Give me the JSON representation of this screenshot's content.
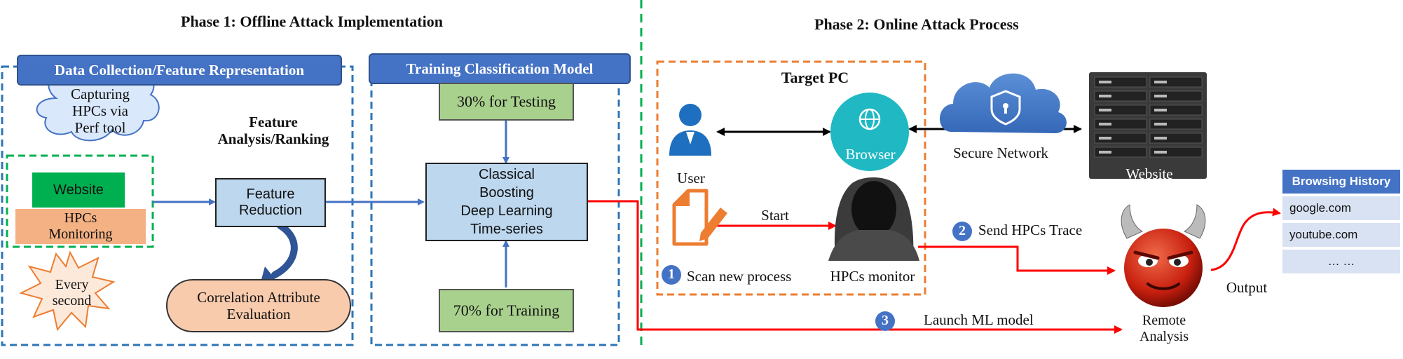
{
  "phase1": {
    "title": "Phase 1: Offline Attack Implementation",
    "data_collection_tab": "Data Collection/Feature Representation",
    "training_tab": "Training Classification Model",
    "cloud_text": [
      "Capturing",
      "HPCs via",
      "Perf tool"
    ],
    "feature_analysis": [
      "Feature",
      "Analysis/Ranking"
    ],
    "website_box": "Website",
    "hpcs_monitoring": [
      "HPCs",
      "Monitoring"
    ],
    "every_second": [
      "Every",
      "second"
    ],
    "feature_reduction": [
      "Feature",
      "Reduction"
    ],
    "correlation": [
      "Correlation Attribute",
      "Evaluation"
    ],
    "testing": "30% for Testing",
    "training": "70% for Training",
    "classifier": [
      "Classical",
      "Boosting",
      "Deep Learning",
      "Time-series"
    ]
  },
  "phase2": {
    "title": "Phase 2: Online Attack Process",
    "target_pc": "Target PC",
    "user": "User",
    "browser": "Browser",
    "secure_network": "Secure Network",
    "website": "Website",
    "start": "Start",
    "scan_new_process": "Scan new process",
    "hpcs_monitor": "HPCs monitor",
    "send_hpcs_trace": "Send HPCs Trace",
    "launch_ml_model": "Launch ML model",
    "remote_analysis": [
      "Remote",
      "Analysis"
    ],
    "output": "Output",
    "steps": [
      "1",
      "2",
      "3"
    ],
    "browsing_history": {
      "title": "Browsing History",
      "items": [
        "google.com",
        "youtube.com",
        "… …"
      ]
    }
  },
  "colors": {
    "blue_tab": "#4472c4",
    "dashed_blue": "#2e75b6",
    "dashed_green": "#00b050",
    "dashed_orange": "#ed7d31",
    "arrow_blue": "#4472c4",
    "arrow_red": "#ff0000",
    "green_fill": "#a9d18e",
    "light_blue_fill": "#bdd7ee",
    "peach_fill": "#f8cbad",
    "website_green": "#00b050",
    "browser_teal": "#1fb8c3"
  },
  "icons": [
    "cloud-icon",
    "starburst-icon",
    "user-icon",
    "browser-globe-icon",
    "shield-cloud-icon",
    "server-rack-icon",
    "document-pen-icon",
    "hooded-hacker-icon",
    "devil-face-icon",
    "curved-arrow-icon"
  ]
}
